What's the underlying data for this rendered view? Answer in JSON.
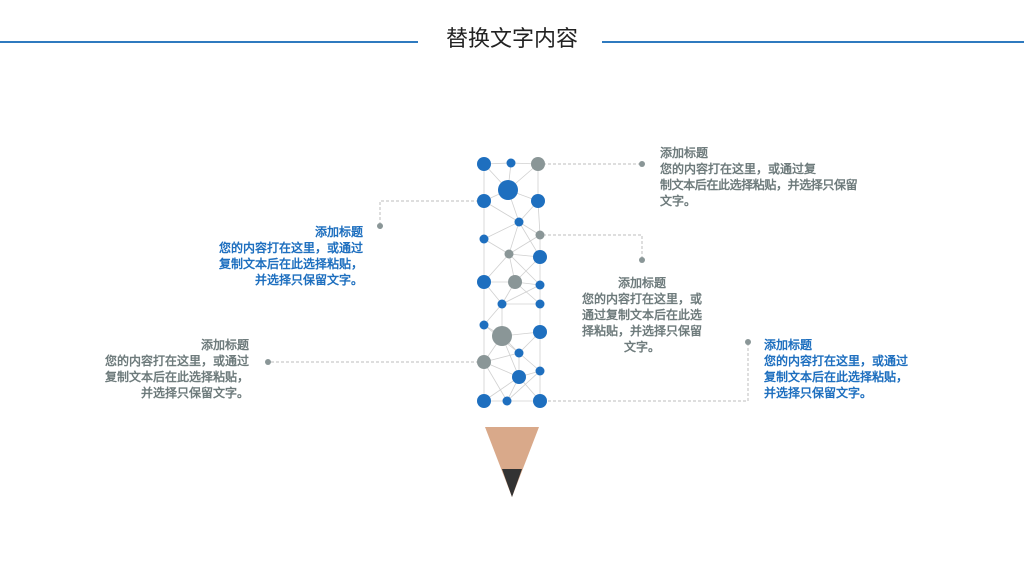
{
  "header": {
    "title": "替换文字内容"
  },
  "colors": {
    "blue": "#1E6FBF",
    "gray": "#8A9697",
    "line": "#2F7ABF",
    "wood": "#D9A98A",
    "lead": "#333333"
  },
  "callouts": [
    {
      "title": "添加标题",
      "body": "您的内容打在这里，或通过复制文本后在此选择粘贴，并选择只保留文字。",
      "lines": [
        "您的内容打在这里，或通过复",
        "制文本后在此选择粘贴，并选择只保留",
        "文字。"
      ]
    },
    {
      "title": "添加标题",
      "lines": [
        "您的内容打在这里，或通过",
        "复制文本后在此选择粘贴，",
        "并选择只保留文字。"
      ]
    },
    {
      "title": "添加标题",
      "lines": [
        "您的内容打在这里，或",
        "通过复制文本后在此选",
        "择粘贴，并选择只保留",
        "文字。"
      ]
    },
    {
      "title": "添加标题",
      "lines": [
        "您的内容打在这里，或通过",
        "复制文本后在此选择粘贴，",
        "并选择只保留文字。"
      ]
    },
    {
      "title": "添加标题",
      "lines": [
        "您的内容打在这里，或通过",
        "复制文本后在此选择粘贴，",
        "并选择只保留文字。"
      ]
    }
  ]
}
